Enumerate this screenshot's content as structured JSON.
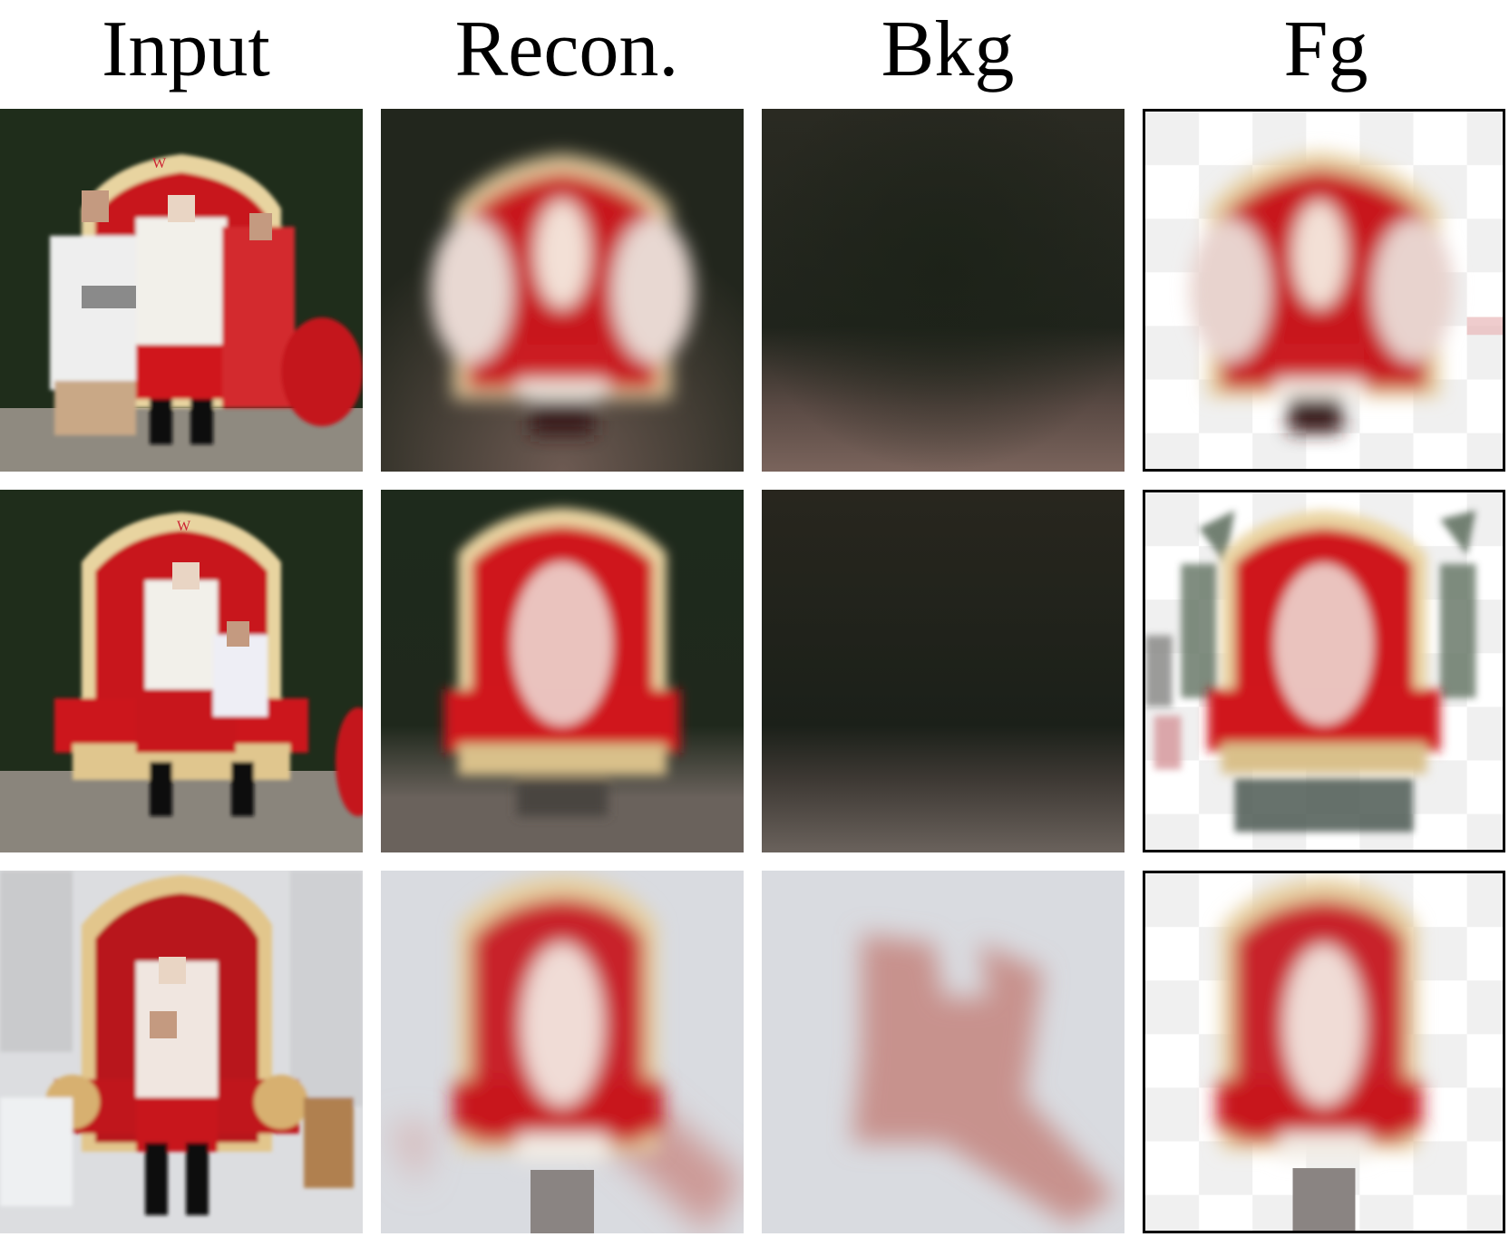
{
  "columns": [
    {
      "key": "input",
      "label": "Input"
    },
    {
      "key": "recon",
      "label": "Recon."
    },
    {
      "key": "bkg",
      "label": "Bkg"
    },
    {
      "key": "fg",
      "label": "Fg"
    }
  ],
  "rows": [
    {
      "scene": "santa-with-family-on-red-throne",
      "input_watermark": "W"
    },
    {
      "scene": "santa-with-child-on-red-throne",
      "input_watermark": "W"
    },
    {
      "scene": "santa-with-child-snowy-set",
      "input_watermark": ""
    }
  ],
  "colors": {
    "throne_red": "#c8141c",
    "gold_frame": "#e8d4a0",
    "hedge_green": "#1e2a1a",
    "snow_white": "#dcdde0",
    "checker_light": "#f0f0f0"
  }
}
